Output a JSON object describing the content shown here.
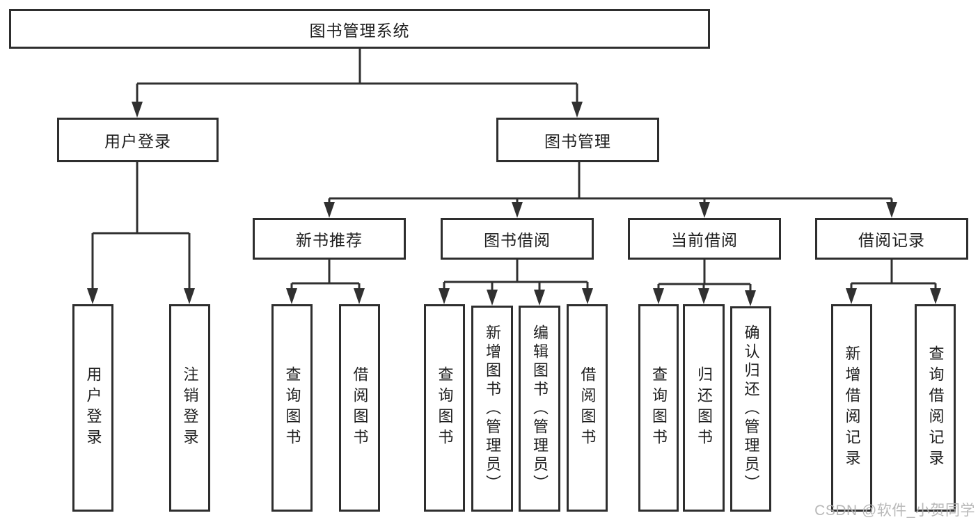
{
  "colors": {
    "line": "#303030",
    "box_border": "#2e2e2e",
    "text": "#1e1e1e",
    "background": "#ffffff",
    "watermark": "#b2b2b2"
  },
  "watermark": {
    "text": "CSDN @软件_小贺同学"
  },
  "tree": {
    "root": {
      "label": "图书管理系统",
      "children": [
        {
          "label": "用户登录",
          "children": [
            {
              "label": "用户登录"
            },
            {
              "label": "注销登录"
            }
          ]
        },
        {
          "label": "图书管理",
          "children": [
            {
              "label": "新书推荐",
              "children": [
                {
                  "label": "查询图书"
                },
                {
                  "label": "借阅图书"
                }
              ]
            },
            {
              "label": "图书借阅",
              "children": [
                {
                  "label": "查询图书"
                },
                {
                  "label": "新增图书（管理员）"
                },
                {
                  "label": "编辑图书（管理员）"
                },
                {
                  "label": "借阅图书"
                }
              ]
            },
            {
              "label": "当前借阅",
              "children": [
                {
                  "label": "查询图书"
                },
                {
                  "label": "归还图书"
                },
                {
                  "label": "确认归还（管理员）"
                }
              ]
            },
            {
              "label": "借阅记录",
              "children": [
                {
                  "label": "新增借阅记录"
                },
                {
                  "label": "查询借阅记录"
                }
              ]
            }
          ]
        }
      ]
    }
  }
}
